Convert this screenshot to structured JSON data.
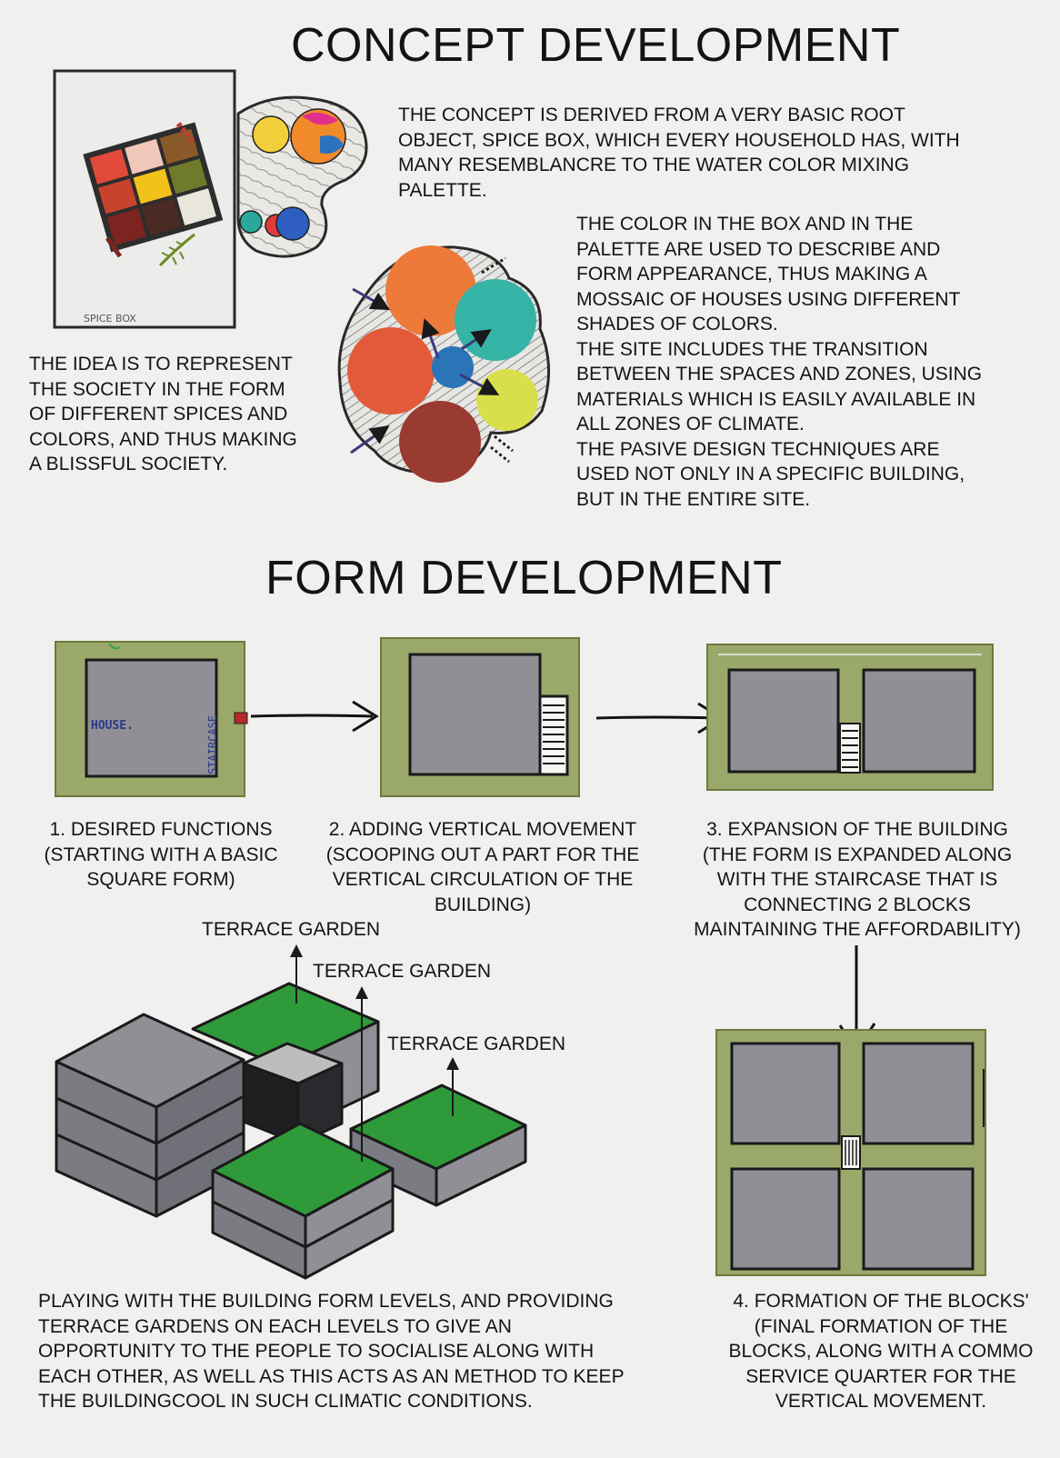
{
  "concept": {
    "title": "CONCEPT DEVELOPMENT",
    "paragraph1": [
      "THE CONCEPT IS DERIVED FROM A VERY BASIC ROOT",
      "OBJECT, SPICE BOX, WHICH EVERY HOUSEHOLD HAS, WITH",
      "MANY RESEMBLANCRE TO THE WATER COLOR MIXING",
      "PALETTE."
    ],
    "paragraph2": [
      "THE COLOR IN THE BOX AND IN THE",
      "PALETTE ARE USED TO DESCRIBE AND",
      "FORM APPEARANCE, THUS MAKING A",
      "MOSSAIC OF HOUSES USING DIFFERENT",
      "SHADES OF COLORS.",
      "THE SITE INCLUDES THE TRANSITION",
      "BETWEEN THE SPACES AND ZONES, USING",
      "MATERIALS WHICH IS EASILY AVAILABLE IN",
      "ALL ZONES OF CLIMATE.",
      "THE PASIVE DESIGN TECHNIQUES ARE",
      "USED NOT ONLY IN A SPECIFIC BUILDING,",
      "BUT IN THE ENTIRE SITE."
    ],
    "idea": [
      "THE IDEA IS TO REPRESENT",
      "THE SOCIETY IN THE FORM",
      "OF DIFFERENT SPICES AND",
      "COLORS, AND THUS MAKING",
      "A BLISSFUL SOCIETY."
    ],
    "spice_box_label": "SPICE BOX"
  },
  "form": {
    "title": "FORM DEVELOPMENT",
    "house_label": "HOUSE.",
    "staircase_label": "STAIRCASE",
    "step1": [
      "1. DESIRED FUNCTIONS",
      "(STARTING WITH A BASIC",
      "SQUARE FORM)"
    ],
    "step2": [
      "2.  ADDING VERTICAL MOVEMENT",
      "(SCOOPING OUT A PART FOR THE",
      "VERTICAL CIRCULATION OF THE",
      "BUILDING)"
    ],
    "step3": [
      "3. EXPANSION OF THE BUILDING",
      "(THE FORM IS EXPANDED ALONG",
      "WITH THE STAIRCASE THAT IS",
      "CONNECTING 2 BLOCKS",
      "MAINTAINING THE AFFORDABILITY)"
    ],
    "terrace1": "TERRACE GARDEN",
    "terrace2": "TERRACE GARDEN",
    "terrace3": "TERRACE GARDEN",
    "playing": [
      "PLAYING WITH THE BUILDING FORM LEVELS, AND PROVIDING",
      "TERRACE GARDENS ON EACH LEVELS TO GIVE AN",
      "OPPORTUNITY TO THE PEOPLE TO SOCIALISE ALONG WITH",
      "EACH OTHER, AS WELL AS THIS ACTS AS AN METHOD TO KEEP",
      "THE BUILDINGCOOL IN SUCH CLIMATIC CONDITIONS."
    ],
    "step4": [
      "4. FORMATION OF THE BLOCKS'",
      "(FINAL FORMATION OF THE",
      "BLOCKS, ALONG WITH A COMMO",
      "SERVICE QUARTER FOR THE",
      "VERTICAL MOVEMENT."
    ]
  },
  "colors": {
    "paper": "#f1f0ee",
    "olive": "#9aa86a",
    "gray": "#8f8f95",
    "green": "#2f9a3a",
    "orange": "#ee7a3a",
    "teal": "#36b3a7",
    "blue": "#2a74b8",
    "maroon": "#9a3b32",
    "yellow": "#d8df4a"
  }
}
